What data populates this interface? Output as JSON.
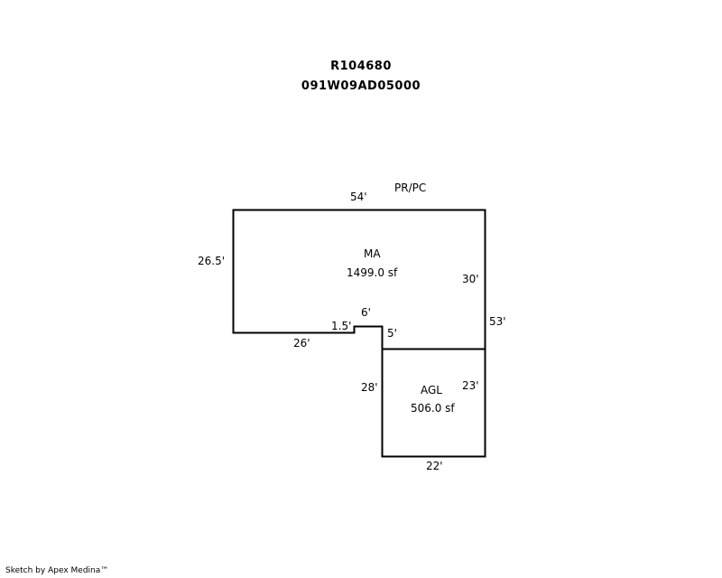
{
  "header": {
    "parcel_id": "R104680",
    "map_number": "091W09AD05000"
  },
  "sketch": {
    "areas": [
      {
        "code": "MA",
        "area": "1499.0 sf"
      },
      {
        "code": "AGL",
        "area": "506.0 sf"
      }
    ],
    "area_label_pr": "PR/PC",
    "dimensions": {
      "ma_top": "54'",
      "ma_left": "26.5'",
      "ma_right_inner": "30'",
      "right_total": "53'",
      "ma_bottom": "26'",
      "notch_step": "1.5'",
      "notch_top": "6'",
      "notch_drop": "5'",
      "agl_left": "28'",
      "agl_right_inner": "23'",
      "agl_bottom": "22'"
    }
  },
  "footer": {
    "credit": "Sketch by Apex Medina™"
  }
}
